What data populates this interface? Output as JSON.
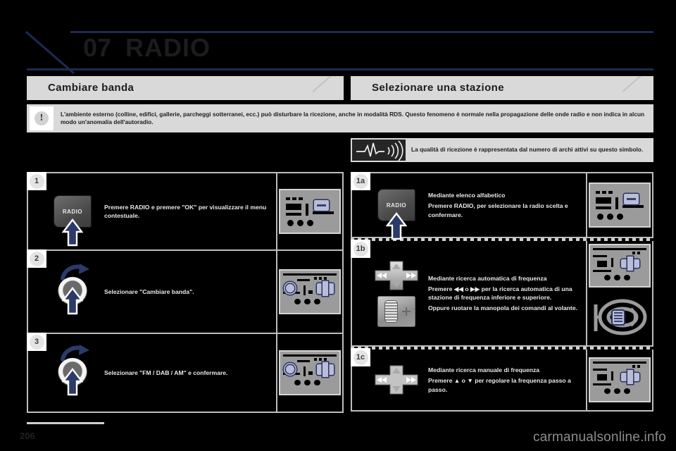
{
  "chapter": {
    "number": "07",
    "title": "RADIO"
  },
  "sections": {
    "left_title": "Cambiare banda",
    "right_title": "Selezionare una stazione"
  },
  "warning": {
    "icon": "exclamation-icon",
    "glyph": "!",
    "text": "L'ambiente esterno (colline, edifici, gallerie, parcheggi sotterranei, ecc.) può disturbare la ricezione, anche in modalità RDS. Questo fenomeno è normale nella propagazione delle onde radio e non indica in alcun modo un'anomalia dell'autoradio."
  },
  "quality_note": {
    "icon": "signal-wave-icon",
    "text": "La qualità di ricezione è rappresentata dal numero di archi attivi su questo simbolo."
  },
  "left_steps": [
    {
      "badge": "1",
      "control": "radio-button",
      "control_label": "RADIO",
      "text": "Premere RADIO e premere \"OK\" per visualizzare il menu contestuale.",
      "thumb": "dashboard-radio-panel"
    },
    {
      "badge": "2",
      "control": "rotary-knob",
      "text": "Selezionare \"Cambiare banda\".",
      "thumb": "dashboard-knob-panel"
    },
    {
      "badge": "3",
      "control": "rotary-knob",
      "text": "Selezionare \"FM / DAB / AM\" e confermare.",
      "thumb": "dashboard-knob-panel"
    }
  ],
  "right_steps": [
    {
      "badge": "1a",
      "control": "radio-button",
      "control_label": "RADIO",
      "heading": "Mediante elenco alfabetico",
      "lines": [
        "Premere RADIO, per selezionare la radio scelta e confermare."
      ],
      "thumbs": [
        "dashboard-radio-panel"
      ]
    },
    {
      "badge": "1b",
      "control": "dpad-and-thumbwheel",
      "heading": "Mediante ricerca automatica di frequenza",
      "lines": [
        "Premere ◀◀ o ▶▶ per la ricerca automatica di una stazione di frequenza inferiore e superiore.",
        "Oppure ruotare la manopola dei comandi al volante."
      ],
      "thumbs": [
        "dashboard-dpad-panel",
        "steering-wheel-controls"
      ]
    },
    {
      "badge": "1c",
      "control": "dpad",
      "heading": "Mediante ricerca manuale di frequenza",
      "lines": [
        "Premere ▲ o ▼ per regolare la frequenza passo a passo."
      ],
      "thumbs": [
        "dashboard-dpad-panel"
      ]
    }
  ],
  "footer": {
    "page_number": "206",
    "watermark": "carmanualsonline.info"
  },
  "colors": {
    "accent_navy": "#1f2a52",
    "bar_grey": "#d9d9d9",
    "border_grey": "#bdbdbd",
    "background": "#000000"
  }
}
